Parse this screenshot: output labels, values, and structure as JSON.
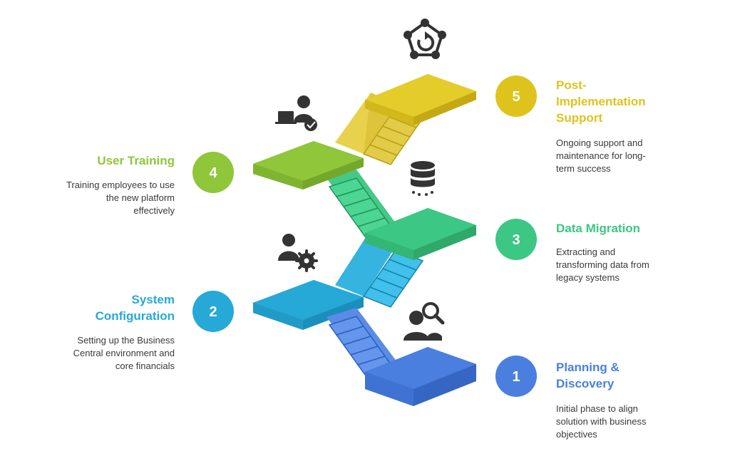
{
  "colors": {
    "step1": "#4a7fe0",
    "step2": "#27a9d8",
    "step3": "#3cc784",
    "step4": "#8fc63a",
    "step5": "#dfc31d",
    "icon": "#333333"
  },
  "steps": [
    {
      "number": "1",
      "title_lines": [
        "Planning &",
        "Discovery"
      ],
      "description_lines": [
        "Initial phase to align",
        "solution with business",
        "objectives"
      ],
      "icon": "search-user-icon"
    },
    {
      "number": "2",
      "title_lines": [
        "System",
        "Configuration"
      ],
      "description_lines": [
        "Setting up the Business",
        "Central environment and",
        "core financials"
      ],
      "icon": "user-gear-icon"
    },
    {
      "number": "3",
      "title_lines": [
        "Data Migration"
      ],
      "description_lines": [
        "Extracting and",
        "transforming data from",
        "legacy systems"
      ],
      "icon": "database-icon"
    },
    {
      "number": "4",
      "title_lines": [
        "User Training"
      ],
      "description_lines": [
        "Training employees to use",
        "the new platform",
        "effectively"
      ],
      "icon": "laptop-user-icon"
    },
    {
      "number": "5",
      "title_lines": [
        "Post-",
        "Implementation",
        "Support"
      ],
      "description_lines": [
        "Ongoing support and",
        "maintenance for long-",
        "term success"
      ],
      "icon": "support-cycle-icon"
    }
  ]
}
